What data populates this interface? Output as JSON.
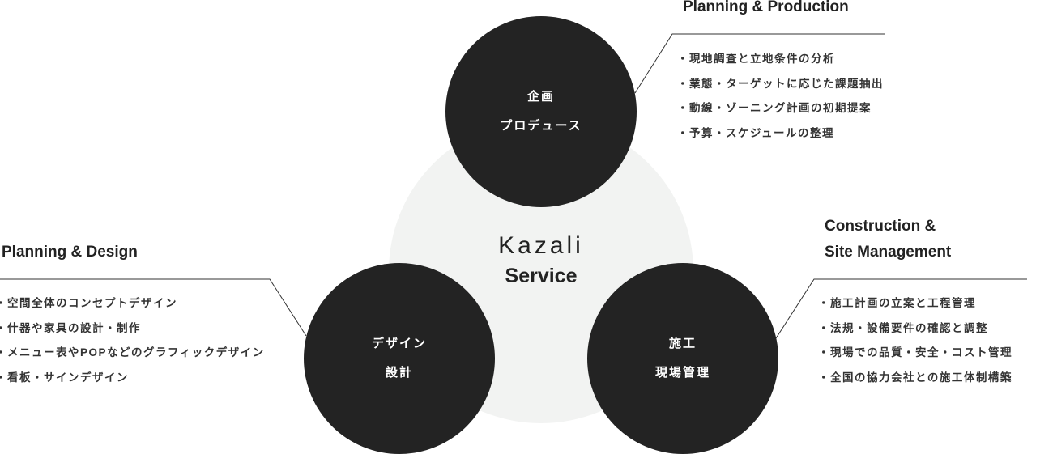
{
  "center": {
    "logo": "Kazali",
    "label": "Service"
  },
  "circles": {
    "top": {
      "line1": "企画",
      "line2": "プロデュース"
    },
    "left": {
      "line1": "デザイン",
      "line2": "設計"
    },
    "right": {
      "line1": "施工",
      "line2": "現場管理"
    }
  },
  "sections": {
    "production": {
      "title": "Planning & Production",
      "items": [
        "現地調査と立地条件の分析",
        "業態・ターゲットに応じた課題抽出",
        "動線・ゾーニング計画の初期提案",
        "予算・スケジュールの整理"
      ]
    },
    "design": {
      "title": "Planning & Design",
      "items": [
        "空間全体のコンセプトデザイン",
        "什器や家具の設計・制作",
        "メニュー表やPOPなどのグラフィックデザイン",
        "看板・サインデザイン"
      ]
    },
    "construction": {
      "title_line1": "Construction &",
      "title_line2": "Site Management",
      "items": [
        "施工計画の立案と工程管理",
        "法規・設備要件の確認と調整",
        "現場での品質・安全・コスト管理",
        "全国の協力会社との施工体制構築"
      ]
    }
  }
}
